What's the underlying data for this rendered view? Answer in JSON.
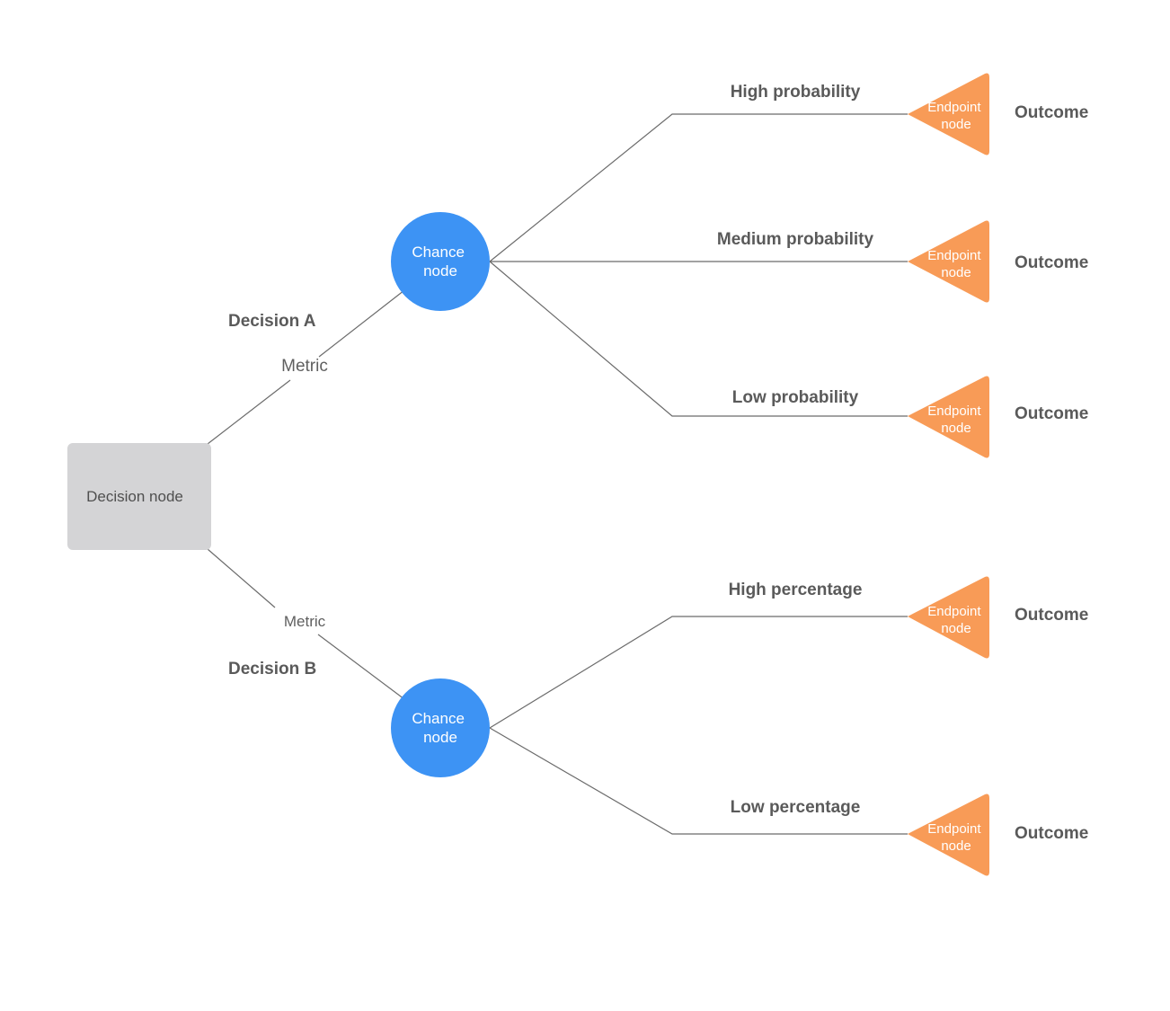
{
  "colors": {
    "decision_fill": "#d4d4d6",
    "chance_fill": "#3d93f4",
    "endpoint_fill": "#f89b57",
    "line": "#6b6b6b",
    "text": "#5a5a5a"
  },
  "decision": {
    "label": "Decision node"
  },
  "branches": {
    "a": {
      "label": "Decision A",
      "metric": "Metric",
      "chance_line1": "Chance",
      "chance_line2": "node",
      "outcomes": [
        {
          "label": "High probability",
          "endpoint_line1": "Endpoint",
          "endpoint_line2": "node",
          "result": "Outcome"
        },
        {
          "label": "Medium probability",
          "endpoint_line1": "Endpoint",
          "endpoint_line2": "node",
          "result": "Outcome"
        },
        {
          "label": "Low probability",
          "endpoint_line1": "Endpoint",
          "endpoint_line2": "node",
          "result": "Outcome"
        }
      ]
    },
    "b": {
      "label": "Decision B",
      "metric": "Metric",
      "chance_line1": "Chance",
      "chance_line2": "node",
      "outcomes": [
        {
          "label": "High percentage",
          "endpoint_line1": "Endpoint",
          "endpoint_line2": "node",
          "result": "Outcome"
        },
        {
          "label": "Low percentage",
          "endpoint_line1": "Endpoint",
          "endpoint_line2": "node",
          "result": "Outcome"
        }
      ]
    }
  }
}
